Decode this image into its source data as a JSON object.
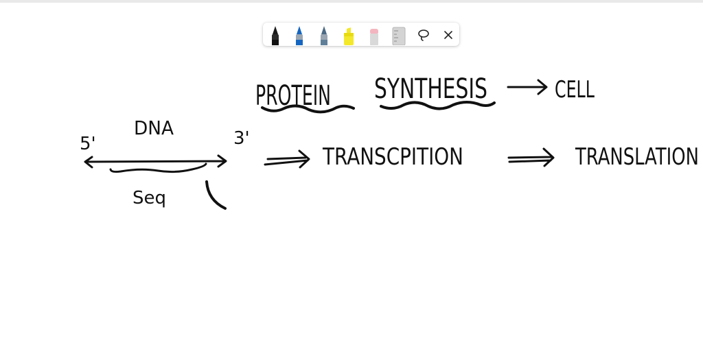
{
  "toolbar": {
    "tools": [
      {
        "name": "black-pen",
        "color": "#1a1a1a"
      },
      {
        "name": "blue-pen",
        "color": "#1565c0"
      },
      {
        "name": "teal-pen",
        "color": "#5f7f99"
      },
      {
        "name": "yellow-highlighter",
        "color": "#f3e82a"
      },
      {
        "name": "eraser",
        "color": "#f3b6c0"
      },
      {
        "name": "ruler",
        "color": "#cfcfcf"
      },
      {
        "name": "lasso-select",
        "icon": "lasso-icon"
      },
      {
        "name": "close",
        "icon": "close-icon"
      }
    ]
  },
  "board": {
    "word_protein": "PROTEIN",
    "word_synthesis": "SYNTHESIS",
    "word_cell": "CELL",
    "label_dna": "DNA",
    "label_five_prime": "5'",
    "label_three_prime": "3'",
    "label_seq": "Seq",
    "word_transcription": "TRANSCPITION",
    "word_translation": "TRANSLATION"
  }
}
